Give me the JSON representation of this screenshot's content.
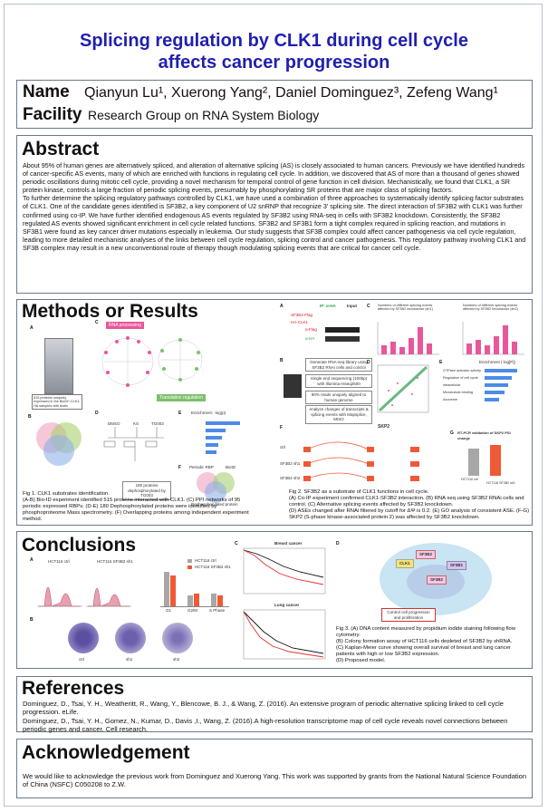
{
  "title": {
    "line1": "Splicing regulation by CLK1 during cell cycle",
    "line2": "affects cancer progression"
  },
  "header": {
    "name_label": "Name",
    "authors": "Qianyun Lu¹, Xuerong Yang², Daniel Dominguez³, Zefeng Wang¹",
    "facility_label": "Facility",
    "facility": "Research Group on RNA System Biology"
  },
  "abstract": {
    "heading": "Abstract",
    "p1": "About 95% of human genes are alternatively spliced, and alteration of alternative splicing (AS) is closely associated to human cancers. Previously we have identified hundreds of cancer-specific AS events, many of which are enriched with functions in regulating cell cycle. In addition, we discovered that AS of more than a thousand of genes showed periodic oscillations during mitotic cell cycle, providing a novel mechanism for temporal control of gene function in cell division. Mechanistically, we found that CLK1, a SR protein kinase, controls a large fraction of periodic splicing events, presumably by phosphorylating SR proteins that are major class of splicing factors.",
    "p2": "To further determine the splicing regulatory pathways controlled by CLK1, we have used a combination of three approaches to systematically identify splicing factor substrates of CLK1. One of the candidate genes identified is SF3B2, a key component of U2 snRNP that recognize 3' splicing site. The direct interaction of SF3B2 with CLK1 was further confirmed using co-IP. We have further identified endogenous AS events regulated by SF3B2 using RNA-seq in cells with SF3B2 knockdown. Consistently, the SF3B2 regulated AS events showed significant enrichment in cell cycle related functions. SF3B2 and SF3B1 form a tight complex required in splicing reaction, and mutations in SF3B1 were found as key cancer driver mutations especially in leukemia. Our study suggests that SF3B complex could affect cancer pathogenesis via cell cycle regulation, leading to more detailed mechanistic analyses of the links between cell cycle regulation, splicing control and cancer pathogenesis. This regulatory pathway involving CLK1 and SF3B complex may result in a new unconventional route of therapy though modulating splicing events that are critical for cancer cell cycle."
  },
  "methods": {
    "heading": "Methods or Results",
    "fig1_caption": [
      "Fig 1. CLK1 substrates identification.",
      "(A-B) Bio-ID experiment identified 515 proteins interacted with CLK1. (C) PPI networks of 95 periodic expressed RBPs. (D-E) 180 Dephosphorylated proteins were identified by phosphoproteome Mass spectrometry. (F) Overlapping proteins among independent experiment method."
    ],
    "fig2_caption": [
      "Fig 2. SF3B2 as a substrate of CLK1 functions in cell cycle.",
      "(A) Co-IP experiment confirmed CLK1-SF3B2 interaction. (B) RNA seq using SF3B2 RNAi cells and control. (C) Alternative splicing events affected by SF3B2 knockdown.",
      "(D) ASEs changed after RNAi filtered by cutoff for ΔΨ is 0.2. (E) GO analysis of consistent ASE. (F-G) SKP2 (S-phase kinase-associated protein 2) was affected by SF3B2 knockdown."
    ],
    "fig1_labels": {
      "rna_processing": "RNA processing",
      "translation_regulation": "Translation regulation",
      "periodic_rbp": "Periodic RBP",
      "bioid": "BioID",
      "dephos": "Dephosphorylated protein",
      "dmso": "DMSO",
      "ks": "KS",
      "tg003": "TG003",
      "ms_summary": "180 proteins dephosphorylated by TG003",
      "enrichment": "Enrichment: -log(p)",
      "spec_label": "515 proteins uniquely expressed in the BioID*-CLK1-HA samples with biotin"
    },
    "fig2_labels": {
      "ip_title": "IP: α-HA",
      "input": "Input",
      "sf3b2_flag": "SF3B2-Flag",
      "ha_clk1": "HA-CLK1",
      "alpha_flag": "α-Flag",
      "alpha_ha": "α-HA",
      "skp2": "SKP2",
      "flow_steps": [
        "Generate RNA-seq library using SF3B2 RNAi cells and control",
        "Single end sequencing (100bp) with Illumina Hiseq2500",
        "90% reads uniquely aligned to human genome",
        "Analyze changes of transcripts & splicing events with Mapsplice, MISO"
      ],
      "ctrl": "ctrl",
      "sh1": "SF3B2 sh1",
      "sh2": "SF3B2 sh2",
      "go_terms": [
        "GTPase activator activity",
        "Regulation of cell cycle",
        "intracellular",
        "Microtubule binding",
        "Axoneme"
      ],
      "go_title": "Enrichment (-log[P])",
      "rtpcr_title": "RT-PCR validation of SKP2 PSI change",
      "chart_c1_title": "Numbers of different splicing events affected by SF3B2 knockdown (sh1)",
      "chart_c2_title": "Numbers of different splicing events affected by SF3B2 knockdown (sh2)",
      "hct_labels": [
        "HCT116 ctrl",
        "HCT116 SF3B2 sh1"
      ]
    }
  },
  "conclusions": {
    "heading": "Conclusions",
    "labels": {
      "hct_ctrl": "HCT116 ctrl",
      "hct_sh1": "HCT116 SF3B2 sh1",
      "legend_ctrl": "HCT116 ctrl",
      "legend_sh1": "HCT116 SF3B2 sh1",
      "phases": [
        "G1",
        "G2/M",
        "S Phase"
      ],
      "colony": [
        "ctrl",
        "sh1",
        "sh2"
      ],
      "breast": "Breast cancer",
      "lung": "Lung cancer",
      "model_center": "SF3B2",
      "model_clk": "CLK1",
      "model_sf3b1": "SF3B1",
      "model_outcome": "Control cell progression and proliferation"
    },
    "fig3_caption": [
      "Fig 3. (A) DNA content measured by propidium iodide staining following flow cytometry.",
      "(B) Colony formation assay of HCT116 cells depleted of SF3B2 by shRNA.",
      "(C) Kaplan-Meier curve showing overall survival of breast and lung cancer patients with high or low SF3B2 expression.",
      "(D) Proposed model."
    ]
  },
  "references": {
    "heading": "References",
    "items": [
      "Dominguez, D., Tsai, Y. H., Weatheritt, R., Wang, Y., Blencowe, B. J., & Wang, Z. (2016). An extensive program of periodic alternative splicing linked to cell cycle progression. eLife.",
      "Dominguez, D., Tsai, Y. H., Gomez, N., Kumar, D., Davis ,I., Wang, Z. (2016).A high-resolution transcriptome map of cell cycle reveals novel connections between periodic genes and cancer. Cell research."
    ]
  },
  "acknowledgement": {
    "heading": "Acknowledgement",
    "text": "We would like to acknowledge the previous work from Dominguez and Xuerong Yang. This work was supported by grants from the National Natural Science Foundation of China (NSFC) C050208 to Z.W."
  },
  "colors": {
    "title": "#1f1fb0",
    "border": "#6b7a8c",
    "pink": "#e8579a",
    "ctrl_bar": "#a7a7a7",
    "sh1_bar": "#ee5a36"
  }
}
